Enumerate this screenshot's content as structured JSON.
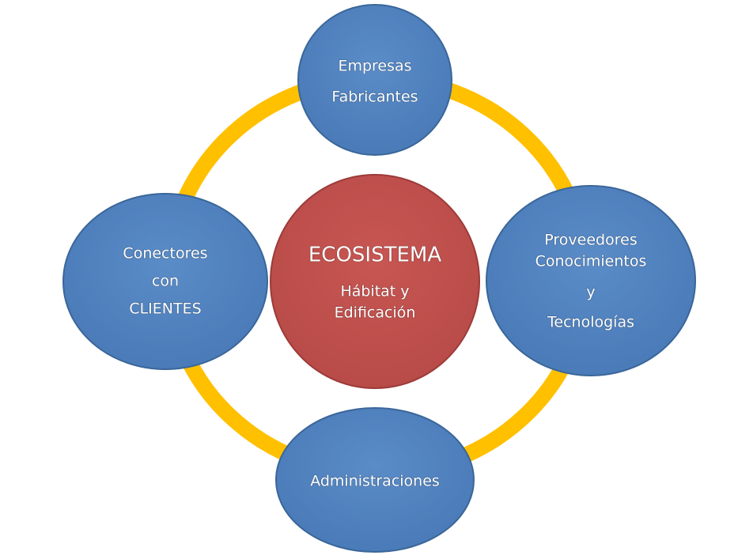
{
  "center": {
    "title": "ECOSISTEMA",
    "line1": "Hábitat y",
    "line2": "Edificación"
  },
  "nodes": {
    "top": {
      "line1": "Empresas",
      "line2": "Fabricantes"
    },
    "left": {
      "line1": "Conectores",
      "line2": "con",
      "line3": "CLIENTES"
    },
    "right": {
      "line1": "Proveedores",
      "line2": "Conocimientos",
      "line3": "y",
      "line4": "Tecnologías"
    },
    "bottom": {
      "line1": "Administraciones"
    }
  },
  "colors": {
    "ring": "#FFC000",
    "node_fill": "#4F81BD",
    "node_stroke": "#3A6699",
    "center_fill": "#C0504D",
    "center_stroke": "#9C3B39"
  }
}
